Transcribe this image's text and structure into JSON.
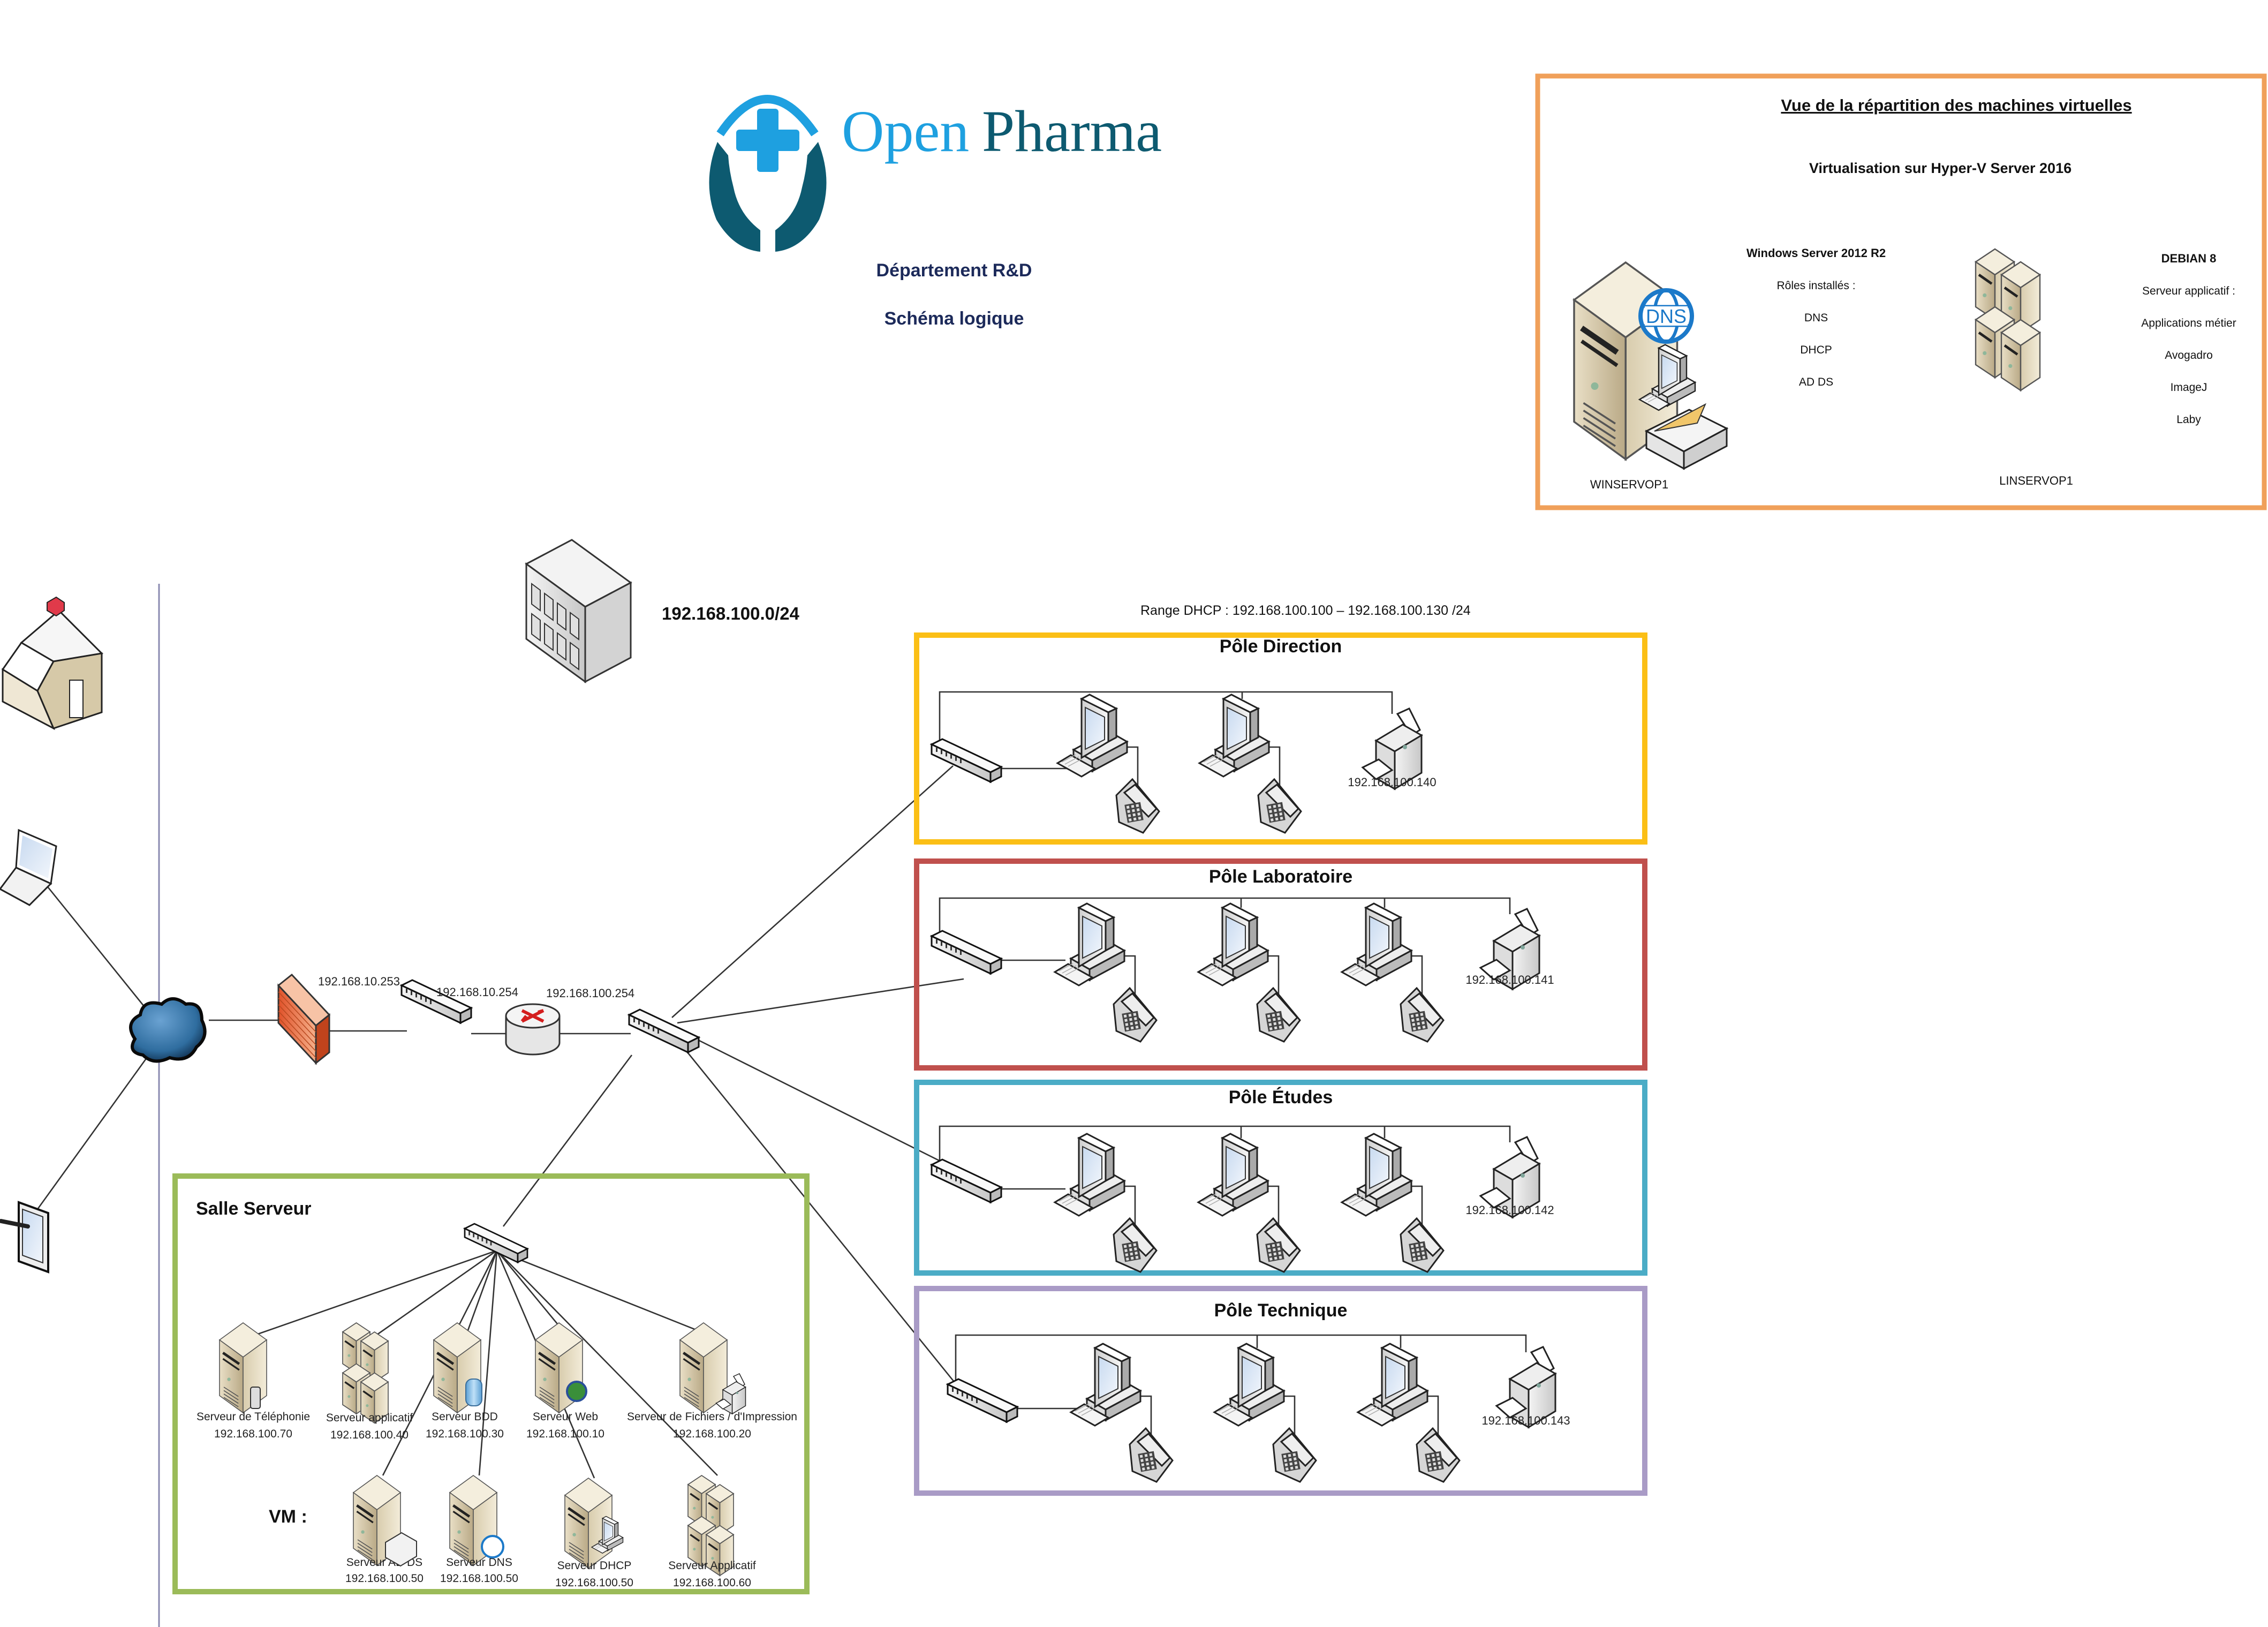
{
  "header": {
    "logo_word_1": "Open",
    "logo_word_2": "Pharma",
    "department": "Département R&D",
    "subtitle": "Schéma logique"
  },
  "colors": {
    "logo_light": "#1ea0e0",
    "logo_dark": "#0d5a70",
    "vm_box": "#f0a05a",
    "pole_direction": "#fbbf16",
    "pole_laboratoire": "#c0504d",
    "pole_etudes": "#4bacc6",
    "pole_technique": "#a99bc6",
    "salle_serveur": "#9bbb59"
  },
  "vm_panel": {
    "title": "Vue de la répartition des machines virtuelles",
    "subtitle": "Virtualisation sur Hyper-V Server 2016",
    "windows": {
      "os": "Windows Server 2012 R2",
      "roles_label": "Rôles installés :",
      "roles": [
        "DNS",
        "DHCP",
        "AD DS"
      ],
      "hostname": "WINSERVOP1",
      "badge": "DNS"
    },
    "linux": {
      "os": "DEBIAN 8",
      "roles_label": "Serveur applicatif :",
      "roles": [
        "Applications métier",
        "Avogadro",
        "ImageJ",
        "Laby"
      ],
      "hostname": "LINSERVOP1"
    }
  },
  "network": {
    "subnet": "192.168.100.0/24",
    "dhcp_range": "Range DHCP : 192.168.100.100 – 192.168.100.130 /24",
    "firewall_ip": "192.168.10.253",
    "router_wan_ip": "192.168.10.254",
    "router_lan_ip": "192.168.100.254"
  },
  "poles": [
    {
      "name": "Pôle Direction",
      "computers": 2,
      "printer_ip": "192.168.100.140"
    },
    {
      "name": "Pôle Laboratoire",
      "computers": 3,
      "printer_ip": "192.168.100.141"
    },
    {
      "name": "Pôle Études",
      "computers": 3,
      "printer_ip": "192.168.100.142"
    },
    {
      "name": "Pôle Technique",
      "computers": 3,
      "printer_ip": "192.168.100.143"
    }
  ],
  "server_room": {
    "title": "Salle Serveur",
    "vm_label": "VM :",
    "physical": [
      {
        "name": "Serveur de Téléphonie",
        "ip": "192.168.100.70"
      },
      {
        "name": "Serveur applicatif",
        "ip": "192.168.100.40"
      },
      {
        "name": "Serveur BDD",
        "ip": "192.168.100.30"
      },
      {
        "name": "Serveur Web",
        "ip": "192.168.100.10"
      },
      {
        "name": "Serveur de Fichiers / d'Impression",
        "ip": "192.168.100.20"
      }
    ],
    "virtual": [
      {
        "name": "Serveur AD DS",
        "ip": "192.168.100.50"
      },
      {
        "name": "Serveur DNS",
        "ip": "192.168.100.50"
      },
      {
        "name": "Serveur DHCP",
        "ip": "192.168.100.50"
      },
      {
        "name": "Serveur Applicatif",
        "ip": "192.168.100.60"
      }
    ]
  },
  "icons": {
    "remote_site": "house-icon",
    "remote_laptop": "laptop-icon",
    "remote_tablet": "tablet-icon",
    "internet": "cloud-icon",
    "firewall": "firewall-icon",
    "router": "router-icon",
    "switch": "switch-icon",
    "building": "building-icon",
    "workstation": "desktop-computer-icon",
    "phone": "desk-phone-icon",
    "printer": "printer-icon",
    "server": "server-tower-icon"
  }
}
